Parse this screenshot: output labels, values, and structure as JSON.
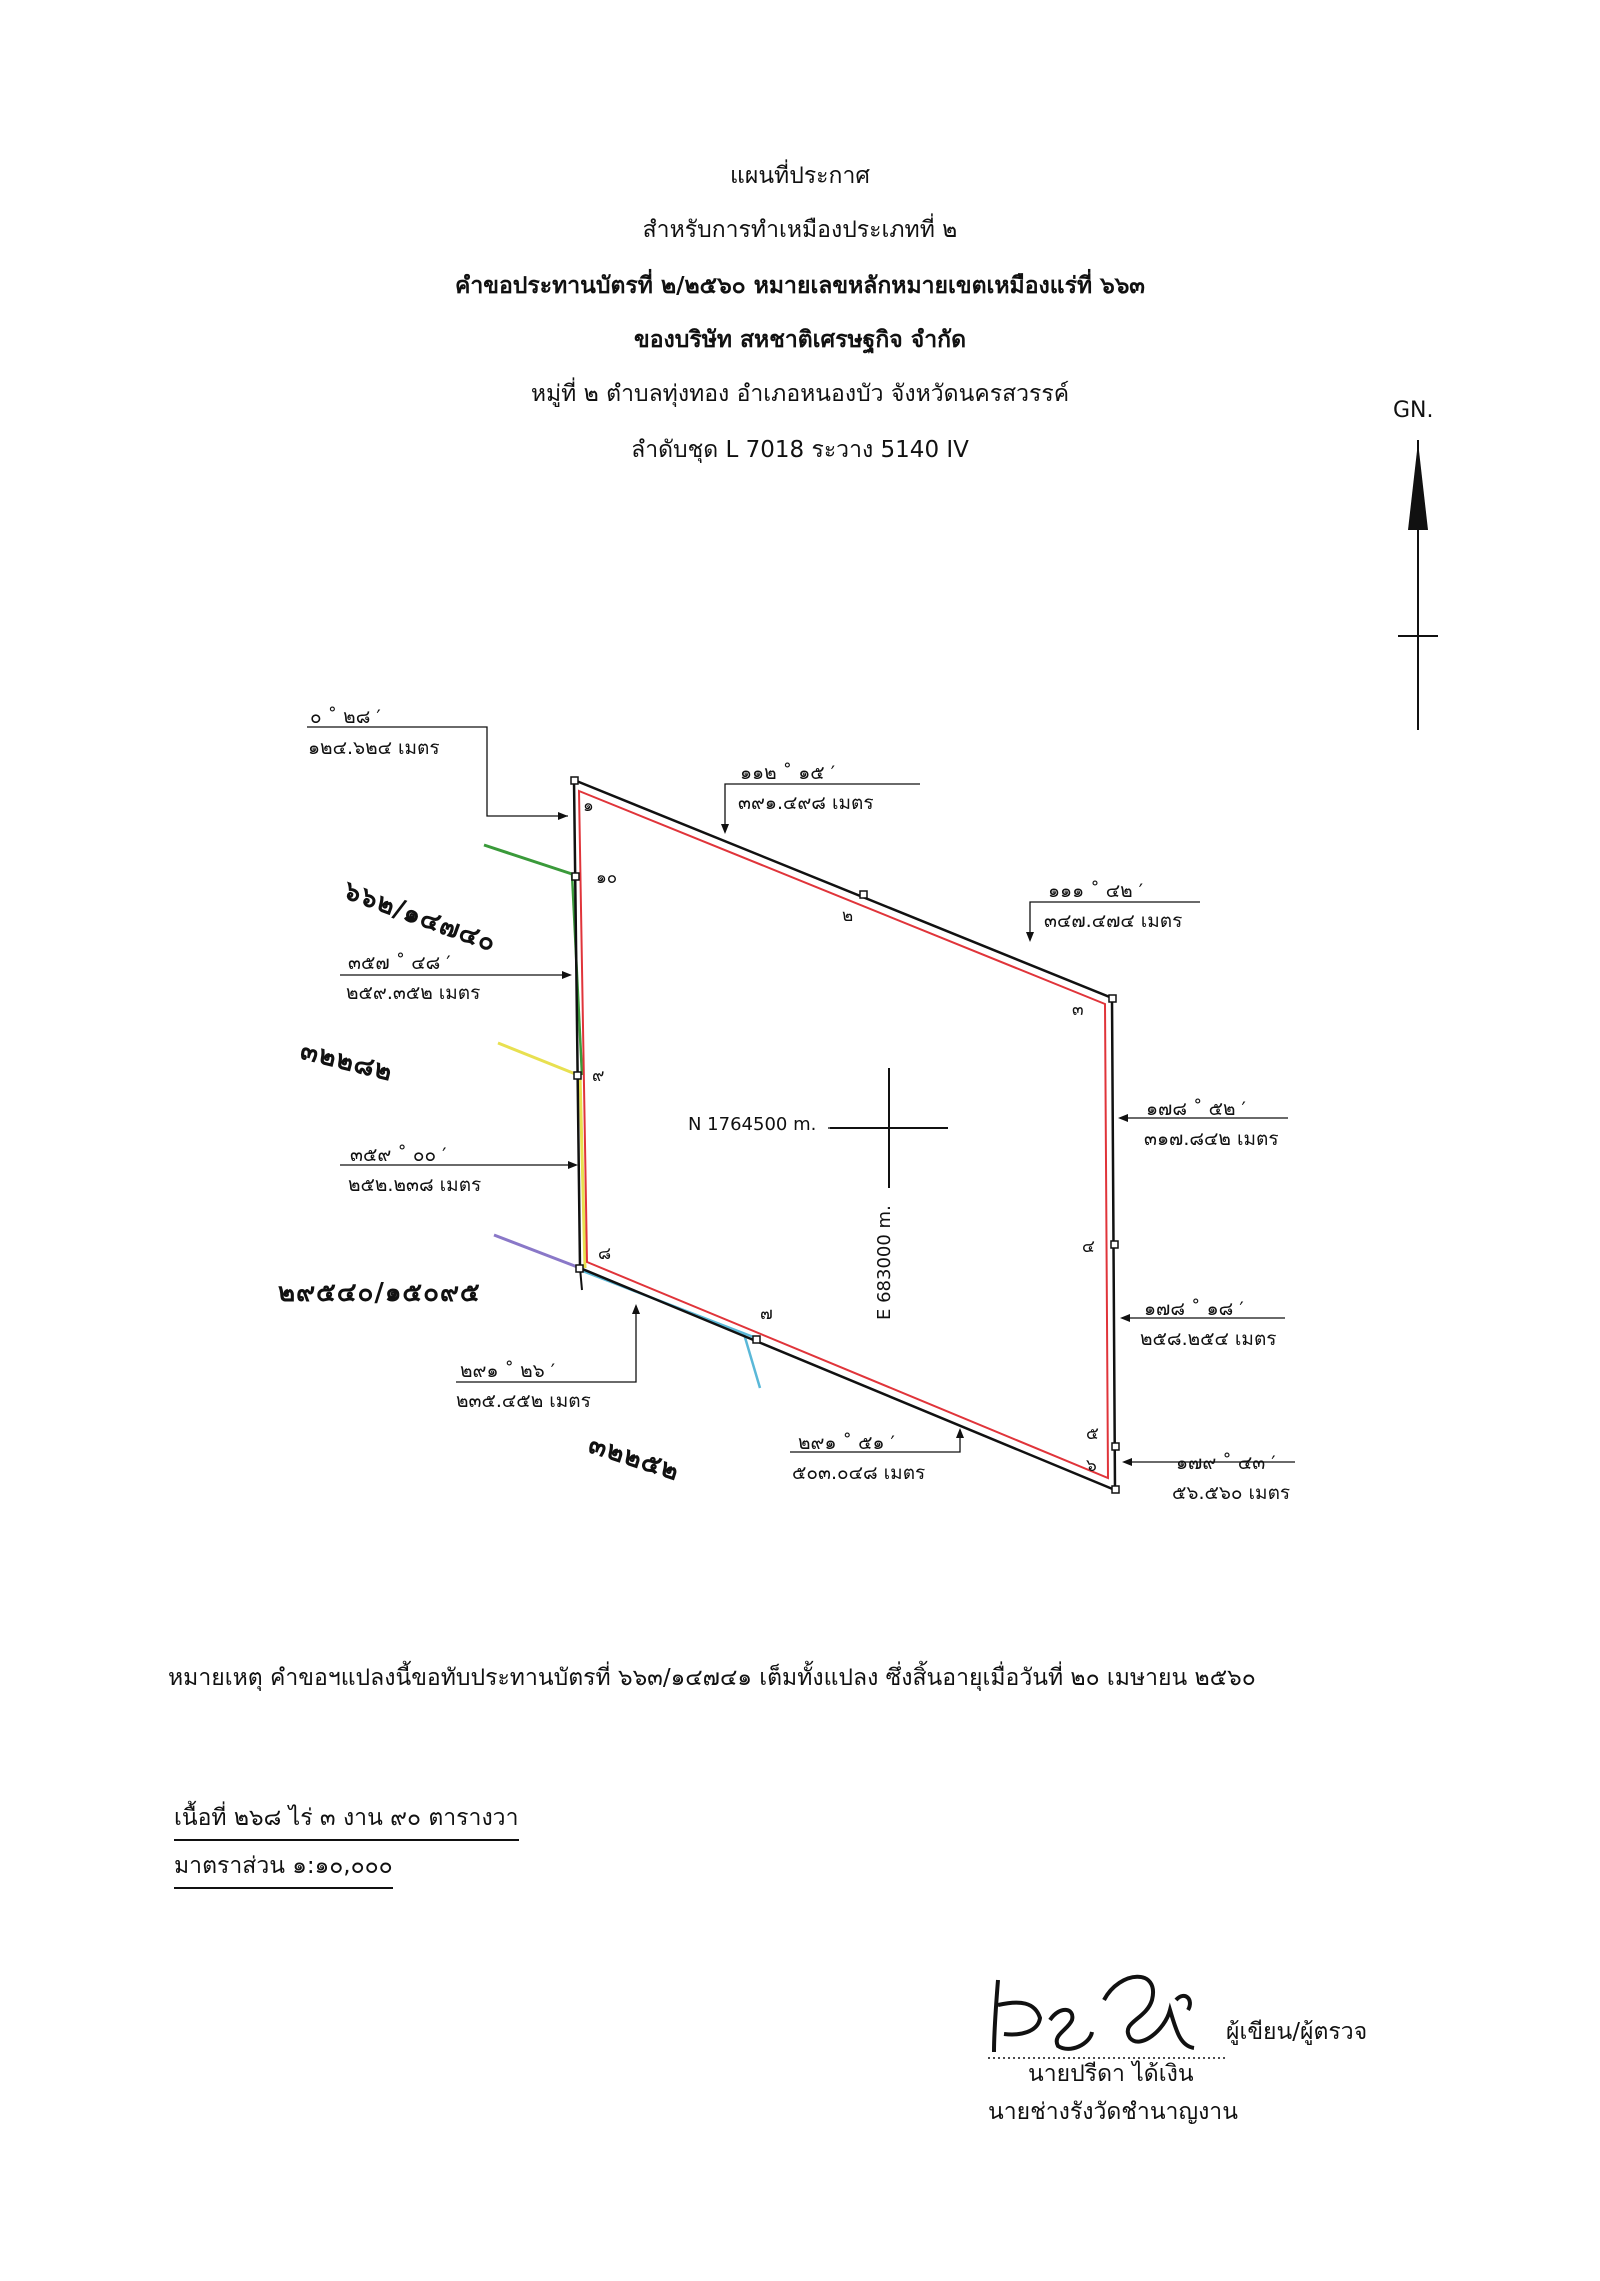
{
  "header": {
    "line1": "แผนที่ประกาศ",
    "line2": "สำหรับการทำเหมืองประเภทที่ ๒",
    "line3": "คำขอประทานบัตรที่  ๒/๒๕๖๐ หมายเลขหลักหมายเขตเหมืองแร่ที่ ๖๖๓",
    "line4": "ของบริษัท สหชาติเศรษฐกิจ จำกัด",
    "line5": "หมู่ที่ ๒  ตำบลทุ่งทอง  อำเภอหนองบัว จังหวัดนครสวรรค์",
    "line6": "ลำดับชุด  L 7018 ระวาง  5140 IV"
  },
  "north_label": "GN.",
  "points": [
    "๑",
    "๒",
    "๓",
    "๔",
    "๕",
    "๖",
    "๗",
    "๘",
    "๙",
    "๑๐"
  ],
  "bearings": [
    {
      "angle": "๐ ˚ ๒๘ ′",
      "dist": "๑๒๔.๖๒๔ เมตร"
    },
    {
      "angle": "๑๑๒ ˚ ๑๕ ′",
      "dist": "๓๙๑.๔๙๘ เมตร"
    },
    {
      "angle": "๑๑๑ ˚ ๔๒ ′",
      "dist": "๓๔๗.๔๗๔ เมตร"
    },
    {
      "angle": "๓๕๗ ˚ ๔๘ ′",
      "dist": "๒๕๙.๓๕๒ เมตร"
    },
    {
      "angle": "๑๗๘ ˚ ๕๒ ′",
      "dist": "๓๑๗.๘๔๒ เมตร"
    },
    {
      "angle": "๓๕๙ ˚ ๐๐ ′",
      "dist": "๒๕๒.๒๓๘ เมตร"
    },
    {
      "angle": "๑๗๘ ˚ ๑๘ ′",
      "dist": "๒๕๘.๒๕๔ เมตร"
    },
    {
      "angle": "๒๙๑ ˚ ๒๖ ′",
      "dist": "๒๓๕.๔๕๒ เมตร"
    },
    {
      "angle": "๒๙๑ ˚ ๕๑ ′",
      "dist": "๕๐๓.๐๔๘ เมตร"
    },
    {
      "angle": "๑๗๙ ˚ ๔๓ ′",
      "dist": "๕๖.๕๖๐ เมตร"
    }
  ],
  "parcels": {
    "p1": "๖๖๒/๑๔๗๔๐",
    "p2": "๓๒๒๘๒",
    "p3": "๒๙๕๔๐/๑๕๐๙๕",
    "p4": "๓๒๒๕๒"
  },
  "grid": {
    "northing": "N 1764500 m.",
    "easting": "E 683000 m."
  },
  "remark": "หมายเหตุ คำขอฯแปลงนี้ขอทับประทานบัตรที่ ๖๖๓/๑๔๗๔๑ เต็มทั้งแปลง ซึ่งสิ้นอายุเมื่อวันที่ ๒๐ เมษายน ๒๕๖๐",
  "area": "เนื้อที่   ๒๖๘  ไร่   ๓   งาน  ๙๐  ตารางวา",
  "scale": "มาตราส่วน  ๑:๑๐,๐๐๐",
  "signature": {
    "role": "ผู้เขียน/ผู้ตรวจ",
    "name": "นายปรีดา  ได้เงิน",
    "position": "นายช่างรังวัดชำนาญงาน"
  },
  "colors": {
    "boundary_red": "#e0343a",
    "neighbor_green": "#3a9a3a",
    "neighbor_yellow": "#e8e050",
    "neighbor_purple": "#8a78c8",
    "neighbor_cyan": "#5ab8d8"
  }
}
